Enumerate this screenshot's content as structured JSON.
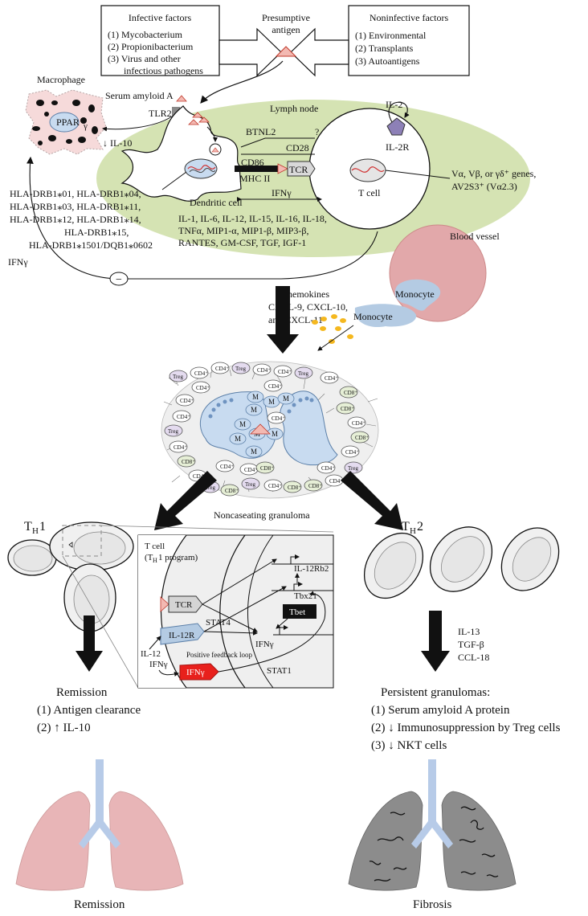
{
  "top": {
    "infective_title": "Infective factors",
    "infective_items": [
      "(1) Mycobacterium",
      "(2) Propionibacterium",
      "(3) Virus and other",
      "infectious pathogens"
    ],
    "antigen_label": [
      "Presumptive",
      "antigen"
    ],
    "noninfective_title": "Noninfective factors",
    "noninfective_items": [
      "(1) Environmental",
      "(2) Transplants",
      "(3) Autoantigens"
    ]
  },
  "lymph": {
    "macrophage": "Macrophage",
    "ppar": "PPAR",
    "ppar_sub": "γ",
    "serum_amyloid": "Serum amyloid A",
    "tlr2": "TLR2",
    "lymph_node": "Lymph node",
    "il2": "IL-2",
    "il2r": "IL-2R",
    "btnl2": "BTNL2",
    "question": "?",
    "cd28": "CD28",
    "cd86": "CD86",
    "mhc2": "MHC II",
    "tcr": "TCR",
    "il10": "↓ IL-10",
    "dendritic": "Dendritic cell",
    "tcell": "T cell",
    "ifng": "IFNγ",
    "vgenes": [
      "Vα, Vβ, or γδ⁺ genes,",
      "AV2S3⁺ (Vα2.3)"
    ],
    "hla": [
      "HLA-DRB1⁎01, HLA-DRB1⁎04,",
      "HLA-DRB1⁎03, HLA-DRB1⁎11,",
      "HLA-DRB1⁎12, HLA-DRB1⁎14,",
      "HLA-DRB1⁎15,",
      "HLA-DRB1⁎1501/DQB1⁎0602"
    ],
    "cytokines": [
      "IL-1, IL-6, IL-12, IL-15, IL-16, IL-18,",
      "TNFα, MIP1-α, MIP1-β, MIP3-β,",
      "RANTES, GM-CSF, TGF, IGF-1"
    ],
    "ifng_feedback": "IFNγ",
    "minus": "−"
  },
  "vessel": {
    "blood_vessel": "Blood vessel",
    "monocyte": "Monocyte",
    "monocyte2": "Monocyte",
    "chemokines": [
      "Chemokines",
      "CXCL-9, CXCL-10,",
      "and CXCL-11"
    ]
  },
  "granuloma": {
    "label": "Noncaseating granuloma",
    "cells": [
      "Treg",
      "CD4⁺",
      "CD8⁺",
      "M"
    ]
  },
  "th1": {
    "title": "T",
    "sub": "H",
    "num": "1",
    "box_title": [
      "T cell",
      "(Tₕ 1 program)"
    ],
    "tcell_label": "T cell",
    "program": "(T",
    "program_sub": "H",
    "program_end": "1 program)",
    "il12rb2": "IL-12Rb2",
    "tbx21": "Tbx21",
    "tbet": "Tbet",
    "tcr": "TCR",
    "il12r": "IL-12R",
    "stat4": "STAT4",
    "ifng_gene": "IFNγ",
    "il12": "IL-12",
    "feedback": "Positive feedback loop",
    "ifng_out": "IFNγ",
    "ifng_rec": "IFNγ",
    "stat1": "STAT1",
    "remission_title": "Remission",
    "remission_items": [
      "(1) Antigen clearance",
      "(2) ↑ IL-10"
    ],
    "lung_label": "Remission"
  },
  "th2": {
    "title": "T",
    "sub": "H",
    "num": "2",
    "factors": [
      "IL-13",
      "TGF-β",
      "CCL-18"
    ],
    "persist_title": "Persistent granulomas:",
    "persist_items": [
      "(1) Serum amyloid A protein",
      "(2) ↓ Immunosuppression by Treg cells",
      "(3) ↓ NKT cells"
    ],
    "lung_label": "Fibrosis"
  },
  "colors": {
    "lymph_fill": "#d5e3b3",
    "macrophage_fill": "#f6dada",
    "blood_fill": "#e2a8aa",
    "monocyte_fill": "#b4cbe3",
    "dot_fill": "#f5b81f",
    "treg_fill": "#e4dbef",
    "cd8_fill": "#e6efd6",
    "m_fill": "#c8dbf0",
    "lung_remission": "#e8b5b7",
    "lung_fibrosis": "#8c8c8c",
    "trachea": "#b7cbe8",
    "antigen": "#f3b9b2",
    "ifng_red": "#e8201c",
    "receptor_purple": "#8d80b7"
  }
}
